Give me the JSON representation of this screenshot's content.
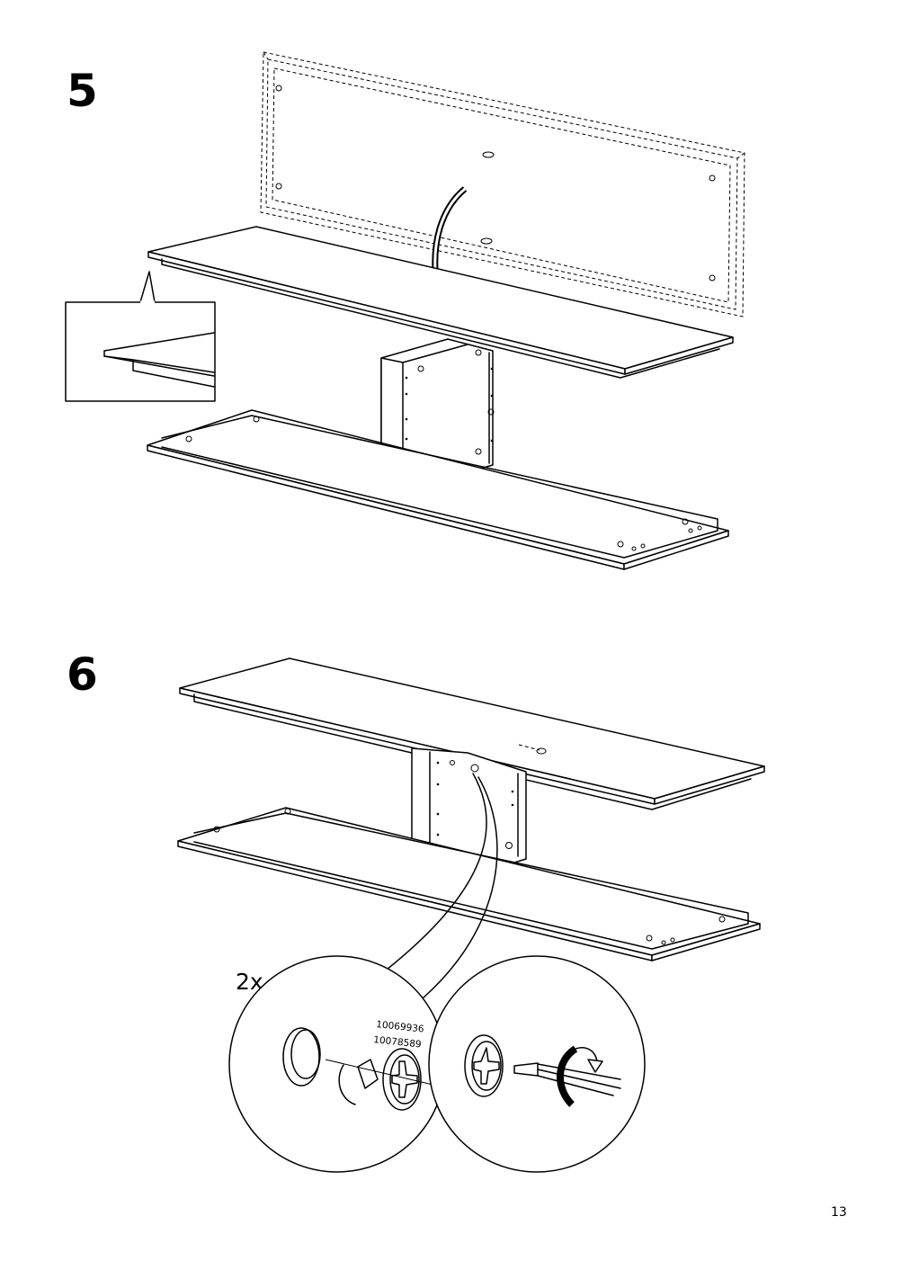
{
  "page": {
    "number": "13"
  },
  "steps": [
    {
      "number": "5",
      "label": "",
      "icons": [
        "back-panel-outline",
        "curved-arrow",
        "zoom-callout",
        "shelf-assembly"
      ]
    },
    {
      "number": "6",
      "quantity": "2x",
      "part_numbers": [
        "10069936",
        "10078589"
      ],
      "icons": [
        "shelf-assembly",
        "cam-lock-detail",
        "screwdriver-rotation"
      ]
    }
  ],
  "colors": {
    "ink": "#000000",
    "paper": "#ffffff"
  }
}
